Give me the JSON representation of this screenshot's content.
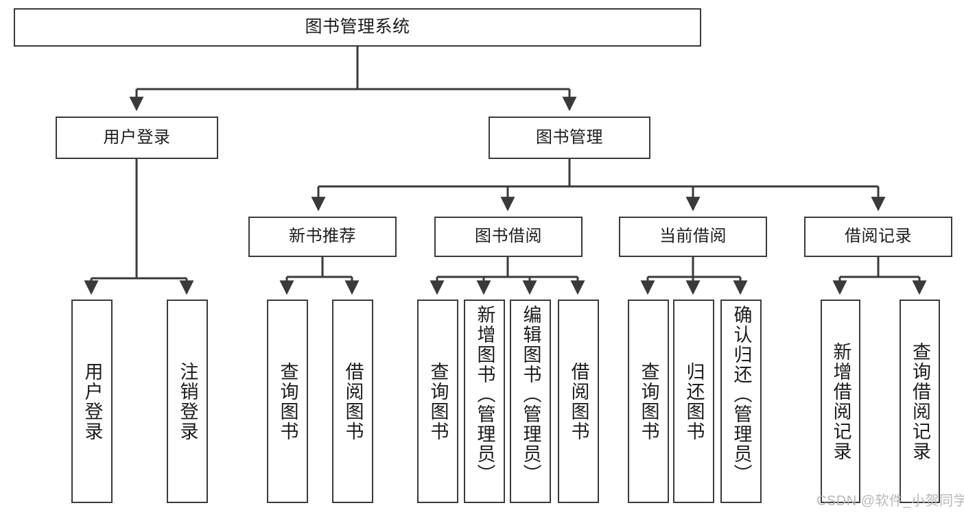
{
  "diagram": {
    "title": "图书管理系统",
    "type": "hierarchy-tree",
    "edge_color": "#3a3a3a",
    "node_border_color": "#3a3a3a",
    "node_fill_color": "#ffffff",
    "text_color": "#1c1c1c",
    "levels": [
      {
        "level": 1,
        "nodes": [
          {
            "id": "root",
            "label": "图书管理系统",
            "orientation": "horizontal"
          }
        ]
      },
      {
        "level": 2,
        "nodes": [
          {
            "id": "user-login",
            "label": "用户登录",
            "orientation": "horizontal"
          },
          {
            "id": "book-mgmt",
            "label": "图书管理",
            "orientation": "horizontal"
          }
        ]
      },
      {
        "level": 3,
        "nodes": [
          {
            "id": "new-book-rec",
            "label": "新书推荐",
            "orientation": "horizontal"
          },
          {
            "id": "book-borrow",
            "label": "图书借阅",
            "orientation": "horizontal"
          },
          {
            "id": "current-borrow",
            "label": "当前借阅",
            "orientation": "horizontal"
          },
          {
            "id": "borrow-record",
            "label": "借阅记录",
            "orientation": "horizontal"
          }
        ]
      },
      {
        "level": 4,
        "nodes": [
          {
            "id": "leaf-user-login",
            "label": "用户登录",
            "orientation": "vertical"
          },
          {
            "id": "leaf-logout",
            "label": "注销登录",
            "orientation": "vertical"
          },
          {
            "id": "leaf-query-book-1",
            "label": "查询图书",
            "orientation": "vertical"
          },
          {
            "id": "leaf-borrow-book-1",
            "label": "借阅图书",
            "orientation": "vertical"
          },
          {
            "id": "leaf-query-book-2",
            "label": "查询图书",
            "orientation": "vertical"
          },
          {
            "id": "leaf-add-book",
            "label": "新增图书（管理员）",
            "orientation": "vertical"
          },
          {
            "id": "leaf-edit-book",
            "label": "编辑图书（管理员）",
            "orientation": "vertical"
          },
          {
            "id": "leaf-borrow-book-2",
            "label": "借阅图书",
            "orientation": "vertical"
          },
          {
            "id": "leaf-query-book-3",
            "label": "查询图书",
            "orientation": "vertical"
          },
          {
            "id": "leaf-return-book",
            "label": "归还图书",
            "orientation": "vertical"
          },
          {
            "id": "leaf-confirm-return",
            "label": "确认归还（管理员）",
            "orientation": "vertical"
          },
          {
            "id": "leaf-add-record",
            "label": "新增借阅记录",
            "orientation": "vertical"
          },
          {
            "id": "leaf-query-record",
            "label": "查询借阅记录",
            "orientation": "vertical"
          }
        ]
      }
    ],
    "edges": [
      {
        "from": "root",
        "to": "user-login"
      },
      {
        "from": "root",
        "to": "book-mgmt"
      },
      {
        "from": "user-login",
        "to": "leaf-user-login"
      },
      {
        "from": "user-login",
        "to": "leaf-logout"
      },
      {
        "from": "book-mgmt",
        "to": "new-book-rec"
      },
      {
        "from": "book-mgmt",
        "to": "book-borrow"
      },
      {
        "from": "book-mgmt",
        "to": "current-borrow"
      },
      {
        "from": "book-mgmt",
        "to": "borrow-record"
      },
      {
        "from": "new-book-rec",
        "to": "leaf-query-book-1"
      },
      {
        "from": "new-book-rec",
        "to": "leaf-borrow-book-1"
      },
      {
        "from": "book-borrow",
        "to": "leaf-query-book-2"
      },
      {
        "from": "book-borrow",
        "to": "leaf-add-book"
      },
      {
        "from": "book-borrow",
        "to": "leaf-edit-book"
      },
      {
        "from": "book-borrow",
        "to": "leaf-borrow-book-2"
      },
      {
        "from": "current-borrow",
        "to": "leaf-query-book-3"
      },
      {
        "from": "current-borrow",
        "to": "leaf-return-book"
      },
      {
        "from": "current-borrow",
        "to": "leaf-confirm-return"
      },
      {
        "from": "borrow-record",
        "to": "leaf-add-record"
      },
      {
        "from": "borrow-record",
        "to": "leaf-query-record"
      }
    ]
  },
  "watermark": {
    "text": "CSDN @软件_小贺同学"
  }
}
